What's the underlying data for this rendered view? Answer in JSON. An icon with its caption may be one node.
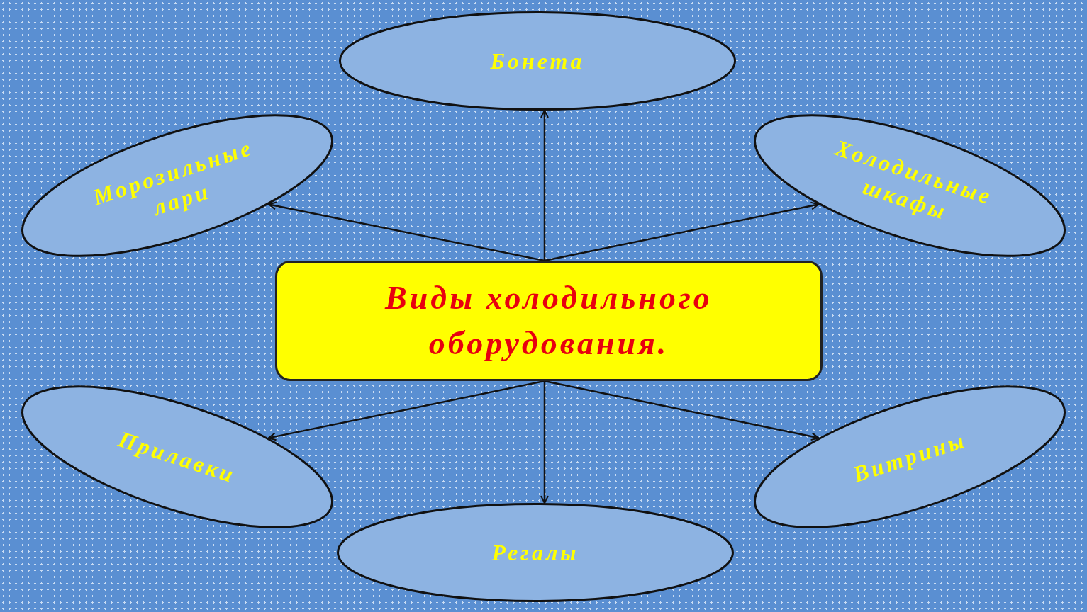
{
  "diagram": {
    "nodes": [
      {
        "text": [
          "Бонета"
        ]
      },
      {
        "text": [
          "Морозильные лари"
        ]
      },
      {
        "text": [
          "Холодильные шкафы"
        ]
      },
      {
        "text": [
          "Виды холодильного оборудования."
        ]
      },
      {
        "text": [
          "Прилавки"
        ]
      },
      {
        "text": [
          "Витрины"
        ]
      },
      {
        "text": [
          "Регалы"
        ]
      }
    ],
    "edges": [
      {
        "from": 3,
        "to": 0,
        "arrow": "to"
      },
      {
        "from": 3,
        "to": 1,
        "arrow": "to"
      },
      {
        "from": 3,
        "to": 2,
        "arrow": "to"
      },
      {
        "from": 3,
        "to": 4,
        "arrow": "to"
      },
      {
        "from": 3,
        "to": 5,
        "arrow": "to"
      },
      {
        "from": 3,
        "to": 6,
        "arrow": "to"
      }
    ]
  }
}
